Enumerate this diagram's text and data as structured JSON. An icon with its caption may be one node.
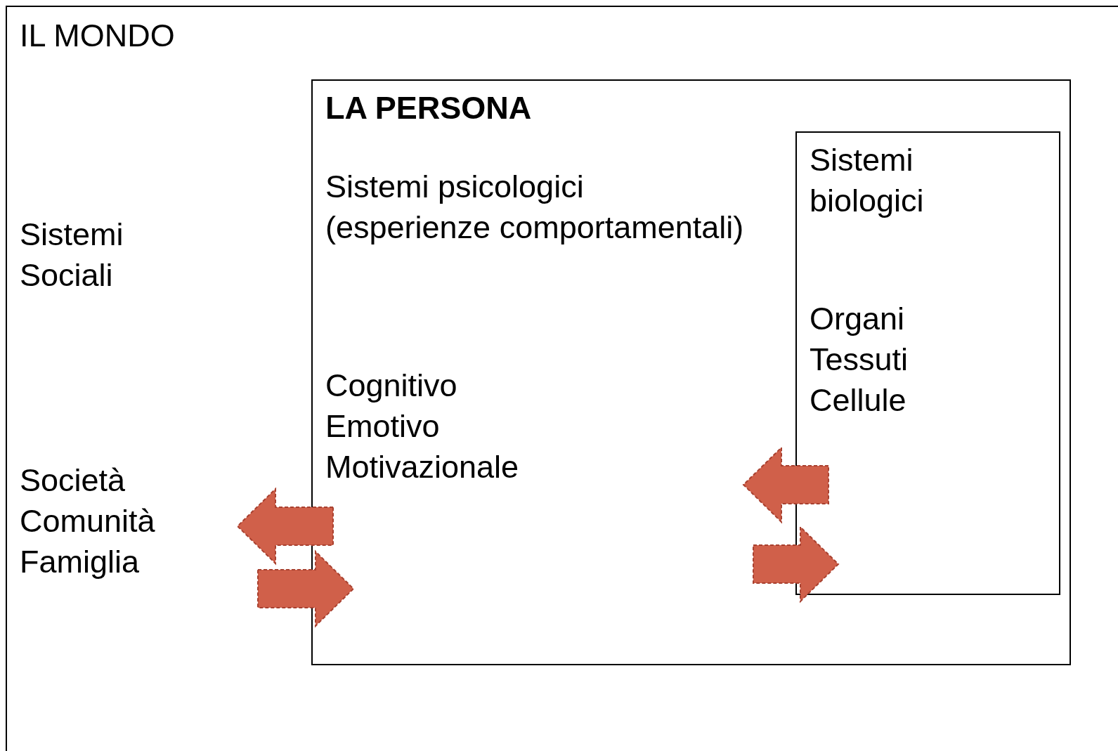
{
  "diagram": {
    "nodes": [
      {
        "text": [
          "IL MONDO"
        ]
      },
      {
        "text": [
          "Sistemi Sociali"
        ],
        "in": 0
      },
      {
        "text": [
          "Società Comunità Famiglia"
        ],
        "in": 0
      },
      {
        "text": [
          "LA PERSONA",
          "Sistemi psicologici (esperienze comportamentali)",
          "Cognitivo Emotivo Motivazionale"
        ],
        "in": 0
      },
      {
        "text": [
          "Sistemi biologici",
          "Organi Tessuti Cellule"
        ],
        "in": 3
      }
    ]
  }
}
